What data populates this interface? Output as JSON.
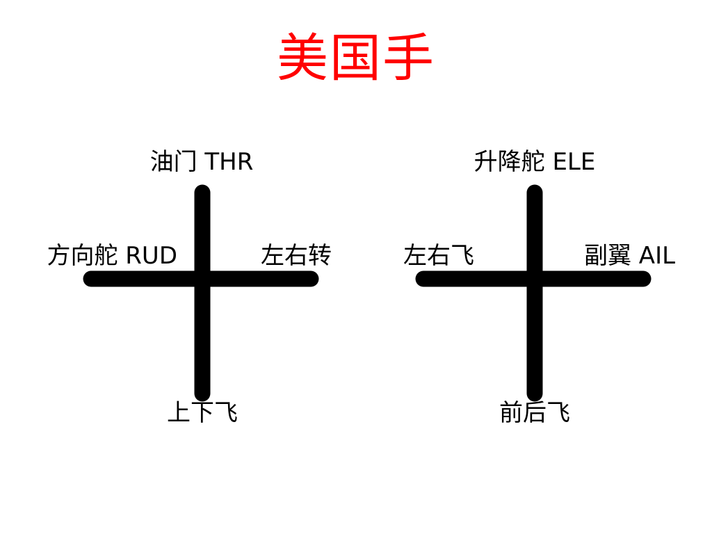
{
  "page": {
    "title": "美国手",
    "title_color": "#ff0000",
    "background_color": "#ffffff",
    "stick_color": "#000000",
    "label_color": "#000000"
  },
  "sticks": [
    {
      "name": "left-stick",
      "top_label": "油门 THR",
      "left_label": "方向舵 RUD",
      "right_label": "左右转",
      "bottom_label": "上下飞"
    },
    {
      "name": "right-stick",
      "top_label": "升降舵 ELE",
      "left_label": "左右飞",
      "right_label": "副翼 AIL",
      "bottom_label": "前后飞"
    }
  ]
}
